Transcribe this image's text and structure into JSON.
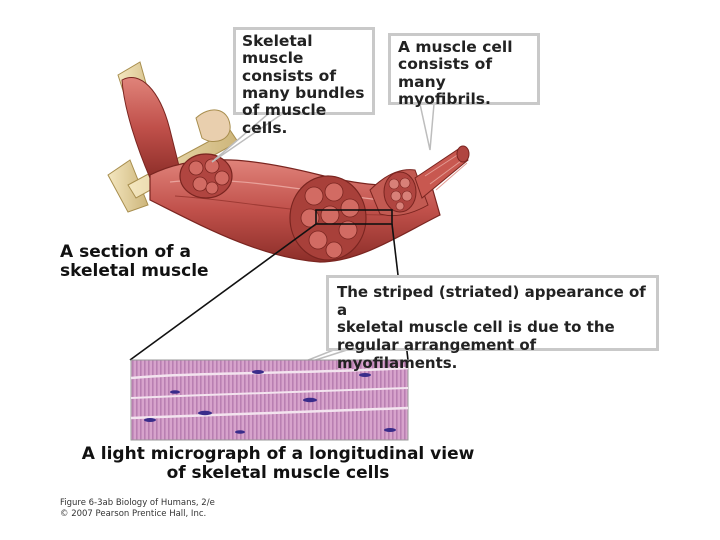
{
  "callouts": {
    "bundles": [
      "Skeletal muscle",
      "consists of",
      "many bundles",
      "of muscle cells."
    ],
    "myofibrils": [
      "A muscle cell",
      "consists of many",
      "myofibrils."
    ],
    "striated": [
      "The striped (striated) appearance of a",
      "skeletal muscle cell is due to the",
      "regular arrangement of myofilaments."
    ]
  },
  "labels": {
    "section": [
      "A section of a",
      "skeletal muscle"
    ],
    "micrograph": [
      "A light micrograph of a longitudinal view",
      "of skeletal muscle cells"
    ]
  },
  "credit": [
    "Figure 6-3ab Biology of Humans, 2/e",
    "© 2007 Pearson Prentice Hall, Inc."
  ],
  "colors": {
    "muscle": "#c0504a",
    "muscle_dark": "#7a2520",
    "bone": "#e8d8a6",
    "micrograph_bg": "#d9a8d0",
    "nucleus": "#3a2c8a",
    "callout_border": "#c9c9c9"
  }
}
